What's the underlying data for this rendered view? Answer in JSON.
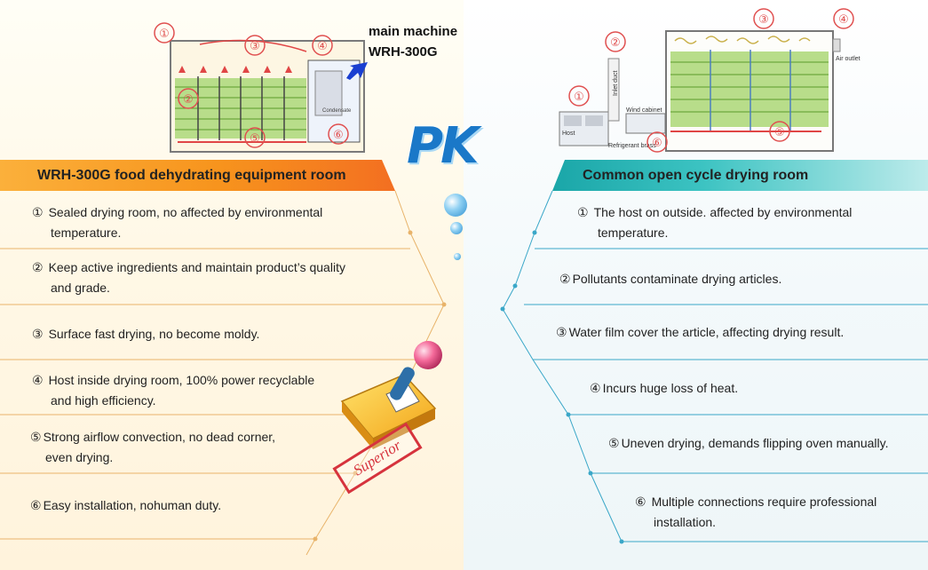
{
  "main_machine": {
    "line1": "main machine",
    "line2": "WRH-300G"
  },
  "left_diagram": {
    "labels": [
      "①",
      "③",
      "④",
      "②",
      "⑤",
      "⑥"
    ],
    "notes": [
      "Condensate"
    ]
  },
  "right_diagram": {
    "labels": [
      "②",
      "③",
      "④",
      "①",
      "⑥",
      "⑤"
    ],
    "texts": {
      "host": "Host",
      "wind_cabinet": "Wind cabinet",
      "refrigerant_brass": "Refrigerant brass",
      "inlet_duct": "Inlet duct",
      "air_outlet": "Air outlet"
    }
  },
  "pk_logo": "PK",
  "stamp_text": "Superior",
  "left": {
    "title": "WRH-300G food dehydrating equipment room",
    "items": [
      {
        "num": "①",
        "lines": [
          "Sealed drying room, no affected by environmental",
          "temperature."
        ]
      },
      {
        "num": "②",
        "lines": [
          "Keep active ingredients and maintain product’s quality",
          "and grade."
        ]
      },
      {
        "num": "③",
        "lines": [
          "Surface fast drying,  no become moldy."
        ]
      },
      {
        "num": "④",
        "lines": [
          "Host inside drying room, 100% power recyclable",
          "and high efficiency."
        ]
      },
      {
        "num": "⑤",
        "lines": [
          "Strong airflow convection, no dead corner,",
          "even drying."
        ]
      },
      {
        "num": "⑥",
        "lines": [
          "Easy installation, nohuman duty."
        ]
      }
    ]
  },
  "right": {
    "title": "Common open cycle drying room",
    "items": [
      {
        "num": "①",
        "lines": [
          "The host on outside. affected by environmental",
          "temperature."
        ]
      },
      {
        "num": "②",
        "lines": [
          "Pollutants contaminate drying articles."
        ]
      },
      {
        "num": "③",
        "lines": [
          "Water film cover the article, affecting drying result."
        ]
      },
      {
        "num": "④",
        "lines": [
          "Incurs huge loss of heat."
        ]
      },
      {
        "num": "⑤",
        "lines": [
          "Uneven drying, demands flipping oven manually."
        ]
      },
      {
        "num": "⑥",
        "lines": [
          "Multiple connections require professional",
          "installation."
        ]
      }
    ]
  }
}
